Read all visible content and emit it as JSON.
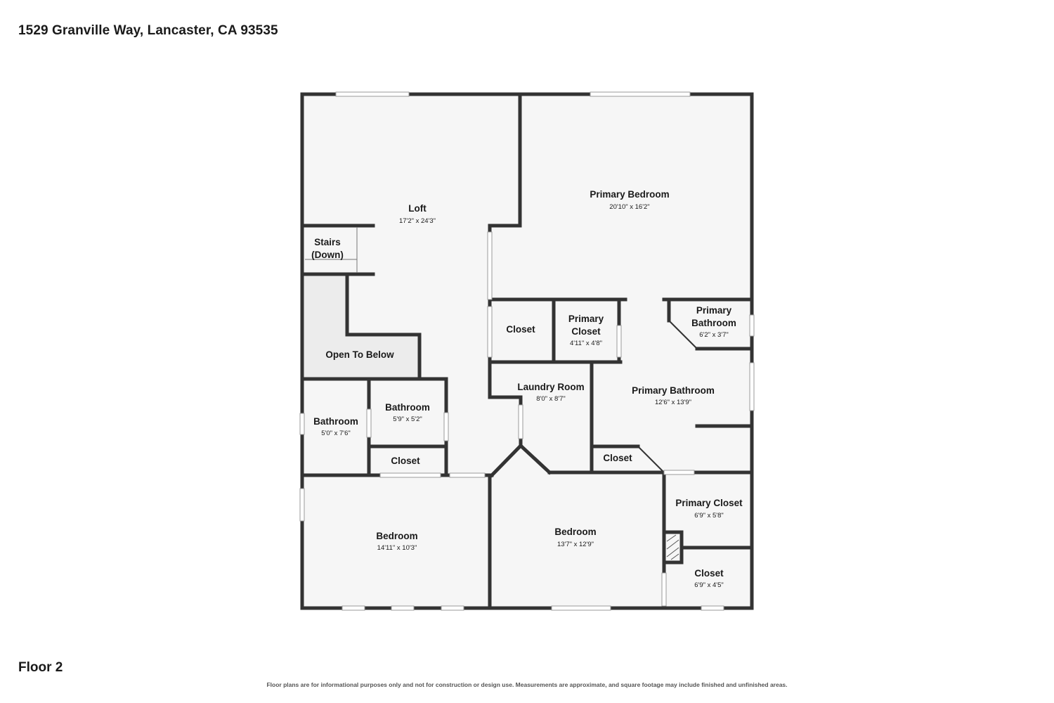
{
  "header": {
    "address": "1529 Granville Way, Lancaster, CA 93535"
  },
  "footer": {
    "floor": "Floor 2",
    "disclaimer": "Floor plans are for informational purposes only and not for construction or design use. Measurements are approximate, and square footage may include finished and unfinished areas."
  },
  "colors": {
    "wall": "#333333",
    "floor": "#f6f6f6",
    "open_below": "#ececec",
    "window": "#ffffff"
  },
  "rooms": {
    "loft": {
      "name": "Loft",
      "dims": "17'2\" x 24'3\""
    },
    "primary_bedroom": {
      "name": "Primary Bedroom",
      "dims": "20'10\" x 16'2\""
    },
    "stairs": {
      "line1": "Stairs",
      "line2": "(Down)"
    },
    "open_to_below": {
      "name": "Open To Below"
    },
    "closet_a": {
      "name": "Closet"
    },
    "primary_closet_a": {
      "line1": "Primary",
      "line2": "Closet",
      "dims": "4'11\" x 4'8\""
    },
    "primary_bathroom_small": {
      "line1": "Primary",
      "line2": "Bathroom",
      "dims": "6'2\" x 3'7\""
    },
    "laundry_room": {
      "name": "Laundry Room",
      "dims": "8'0\" x 8'7\""
    },
    "primary_bathroom": {
      "name": "Primary Bathroom",
      "dims": "12'6\" x 13'9\""
    },
    "bathroom_b": {
      "name": "Bathroom",
      "dims": "5'9\" x 5'2\""
    },
    "bathroom_a": {
      "name": "Bathroom",
      "dims": "5'0\" x 7'6\""
    },
    "closet_b": {
      "name": "Closet"
    },
    "closet_c": {
      "name": "Closet"
    },
    "primary_closet_b": {
      "name": "Primary Closet",
      "dims": "6'9\" x 5'8\""
    },
    "bedroom_a": {
      "name": "Bedroom",
      "dims": "14'11\" x 10'3\""
    },
    "bedroom_b": {
      "name": "Bedroom",
      "dims": "13'7\" x 12'9\""
    },
    "closet_d": {
      "name": "Closet",
      "dims": "6'9\" x 4'5\""
    }
  }
}
